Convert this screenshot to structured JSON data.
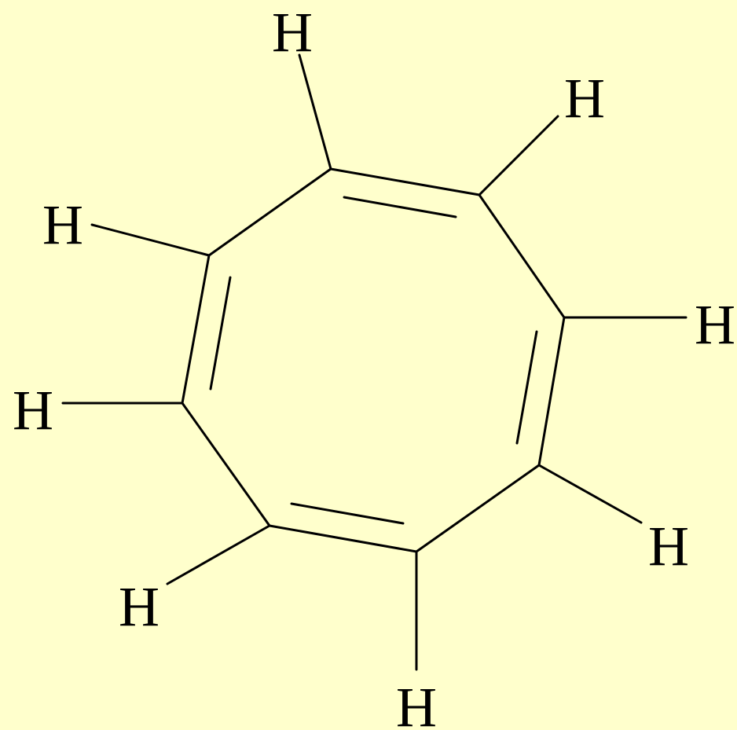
{
  "colors": {
    "background": "#ffffcc",
    "bond": "#000000",
    "label": "#000000"
  },
  "atoms": {
    "hydrogen": [
      "H",
      "H",
      "H",
      "H",
      "H",
      "H",
      "H",
      "H"
    ]
  }
}
